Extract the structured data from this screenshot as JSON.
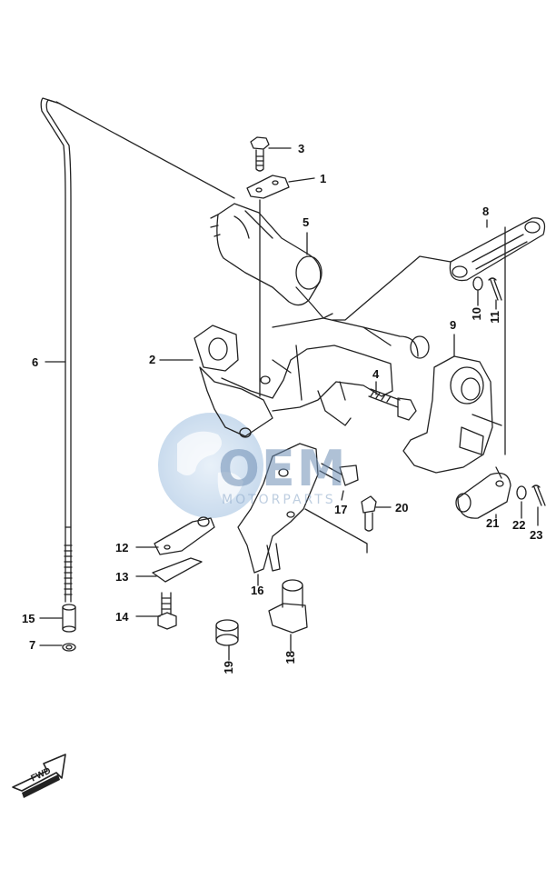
{
  "diagram": {
    "part_numbers": [
      "1",
      "2",
      "3",
      "4",
      "5",
      "6",
      "7",
      "8",
      "9",
      "10",
      "11",
      "12",
      "13",
      "14",
      "15",
      "16",
      "17",
      "18",
      "19",
      "20",
      "21",
      "22",
      "23"
    ],
    "direction_badge": "FWD",
    "watermark": {
      "brand": "OEM",
      "sub": "MOTORPARTS"
    }
  }
}
